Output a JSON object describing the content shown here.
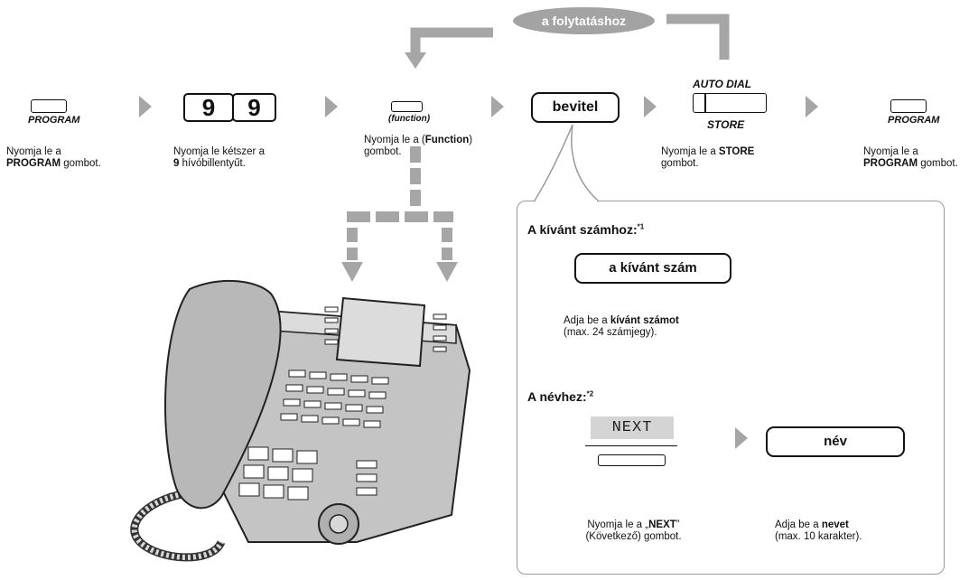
{
  "loop": {
    "label": "a folytatáshoz"
  },
  "steps": {
    "program1": {
      "key_label": "PROGRAM",
      "caption_pre": "Nyomja le a",
      "caption_bold": "PROGRAM",
      "caption_post": "gombot."
    },
    "nine": {
      "key1": "9",
      "key2": "9",
      "caption_pre": "Nyomja le kétszer a",
      "caption_bold": "9",
      "caption_post": "hívóbillentyűt."
    },
    "function": {
      "key_label": "(function)",
      "caption_pre": "Nyomja le a (",
      "caption_bold": "Function",
      "caption_post": ")",
      "caption_line2": "gombot."
    },
    "entry": {
      "label": "bevitel"
    },
    "store": {
      "top_label": "AUTO DIAL",
      "bottom_label": "STORE",
      "caption_pre": "Nyomja le a",
      "caption_bold": "STORE",
      "caption_line2": "gombot."
    },
    "program2": {
      "key_label": "PROGRAM",
      "caption_pre": "Nyomja le a",
      "caption_bold": "PROGRAM",
      "caption_post": "gombot."
    }
  },
  "panel": {
    "number_header": "A kívánt számhoz:",
    "number_note": "*1",
    "number_box": "a kívánt szám",
    "number_caption_pre": "Adja be a",
    "number_caption_bold": "kívánt számot",
    "number_caption_line2": "(max. 24 számjegy).",
    "name_header": "A névhez:",
    "name_note": "*2",
    "lcd_text": "NEXT",
    "next_caption_pre": "Nyomja le a „",
    "next_caption_bold": "NEXT",
    "next_caption_post": "”",
    "next_caption_line2": "(Következő) gombot.",
    "name_box": "név",
    "name_caption_pre": "Adja be a",
    "name_caption_bold": "nevet",
    "name_caption_line2": "(max. 10 karakter)."
  },
  "colors": {
    "arrow": "#a6a6a6",
    "loop": "#a3a3a3",
    "lcd": "#d4d4d4",
    "phone_fill": "#c4c4c4"
  }
}
